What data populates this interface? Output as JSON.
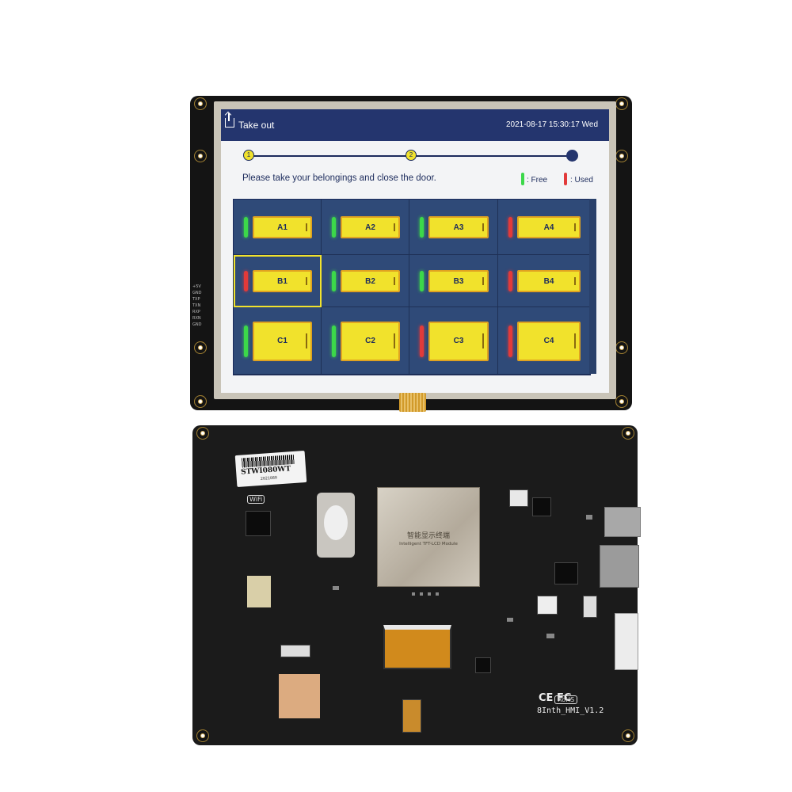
{
  "screen": {
    "topbar": {
      "takeout_label": "Take out",
      "datetime": "2021-08-17 15:30:17 Wed"
    },
    "steps": [
      "1",
      "2"
    ],
    "instruction": "Please take your belongings and close the door.",
    "legend": {
      "free_label": ": Free",
      "used_label": ": Used",
      "free_color": "#3cd84a",
      "used_color": "#e23a3a"
    },
    "lockers": [
      {
        "label": "A1",
        "status": "free"
      },
      {
        "label": "A2",
        "status": "free"
      },
      {
        "label": "A3",
        "status": "free"
      },
      {
        "label": "A4",
        "status": "used"
      },
      {
        "label": "B1",
        "status": "used",
        "selected": true
      },
      {
        "label": "B2",
        "status": "free"
      },
      {
        "label": "B3",
        "status": "free"
      },
      {
        "label": "B4",
        "status": "used"
      },
      {
        "label": "C1",
        "status": "free"
      },
      {
        "label": "C2",
        "status": "free"
      },
      {
        "label": "C3",
        "status": "used"
      },
      {
        "label": "C4",
        "status": "used"
      }
    ]
  },
  "board_back": {
    "sticker_model": "STWI080WT",
    "sticker_date": "2021080",
    "wifi_label": "WiFi",
    "module_text_cn": "智能显示终端",
    "module_text_en": "Intelligent TFT-LCD Module",
    "rohs": "RoHS",
    "cert_marks": "CE FC",
    "board_version": "8Inth_HMI_V1.2"
  },
  "pin_labels": [
    "+5V",
    "GND",
    "TXP",
    "TXN",
    "RXP",
    "RXN",
    "GND"
  ]
}
